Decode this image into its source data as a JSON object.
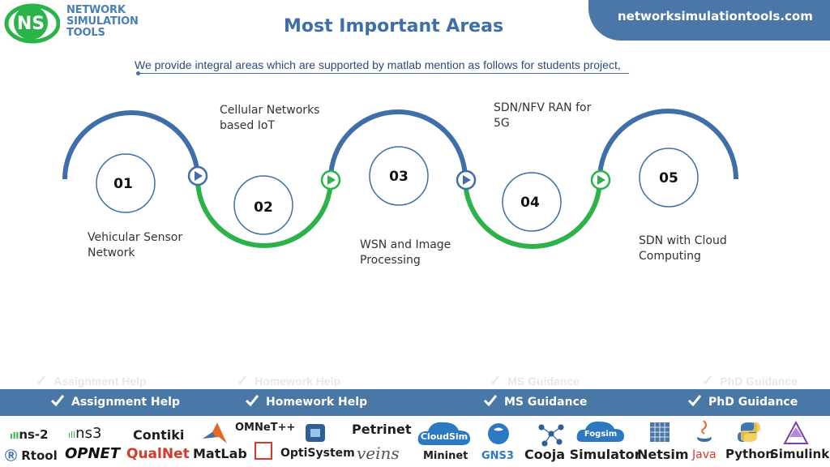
{
  "brand": {
    "logo_initials": "NS",
    "logo_lines": [
      "NETWORK",
      "SIMULATION",
      "TOOLS"
    ],
    "website": "networksimulationtools.com"
  },
  "header": {
    "title": "Most Important Areas",
    "intro": "We provide integral areas which are supported by matlab mention as follows for students project,"
  },
  "areas": [
    {
      "number": "01",
      "label_lines": [
        "Vehicular Sensor",
        "Network"
      ]
    },
    {
      "number": "02",
      "label_lines": [
        "Cellular Networks",
        "based IoT"
      ]
    },
    {
      "number": "03",
      "label_lines": [
        "WSN and Image",
        "Processing"
      ]
    },
    {
      "number": "04",
      "label_lines": [
        "SDN/NFV RAN for",
        "5G"
      ]
    },
    {
      "number": "05",
      "label_lines": [
        "SDN with Cloud",
        "Computing"
      ]
    }
  ],
  "guidance": [
    "Assignment Help",
    "Homework Help",
    "MS  Guidance",
    "PhD  Guidance"
  ],
  "tools": [
    "ns-2",
    "ns3",
    "Contiki",
    "OMNeT++",
    "Petrinet",
    "CloudSim",
    "Fogsim",
    "Rtool",
    "OPNET",
    "QualNet",
    "MatLab",
    "OptiSystem",
    "veins",
    "Mininet",
    "GNS3",
    "Cooja Simulator",
    "Netsim",
    "Java",
    "Python",
    "Simulink"
  ],
  "colors": {
    "blue_arc": "#3f6fa9",
    "green_arc": "#2bb34a",
    "footer": "#4a78a6",
    "title": "#3f6fa9"
  }
}
